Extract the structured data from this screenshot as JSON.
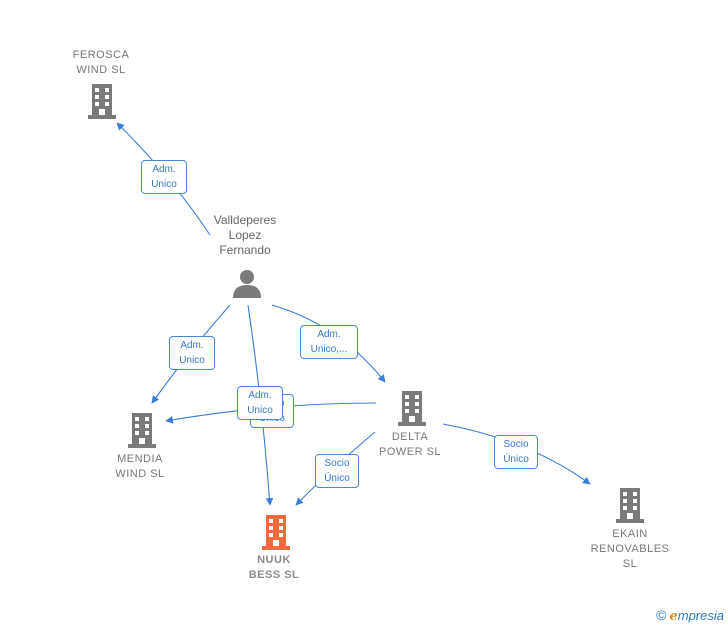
{
  "nodes": {
    "ferosca": "FEROSCA\nWIND  SL",
    "person": "Valldeperes\nLopez\nFernando",
    "mendia": "MENDIA\nWIND  SL",
    "delta": "DELTA\nPOWER  SL",
    "nuuk": "NUUK\nBESS  SL",
    "ekain": "EKAIN\nRENOVABLES\nSL"
  },
  "edge_labels": {
    "person_ferosca": "Adm.\nUnico",
    "person_mendia": "Adm.\nUnico",
    "person_delta": "Adm.\nUnico,...",
    "delta_mendia": "Socio\nÚnico",
    "person_nuuk": "Adm.\nUnico",
    "delta_nuuk": "Socio\nÚnico",
    "delta_ekain": "Socio\nÚnico"
  },
  "icons": {
    "company": "building-icon",
    "person": "person-icon"
  },
  "colors": {
    "edge": "#3b7dd8",
    "company_icon": "#7a7a7a",
    "focus_icon": "#f26a3f",
    "edge_label_border": "#4a88d8"
  },
  "watermark": {
    "copyright": "©",
    "brand_first": "e",
    "brand_rest": "mpresia"
  }
}
